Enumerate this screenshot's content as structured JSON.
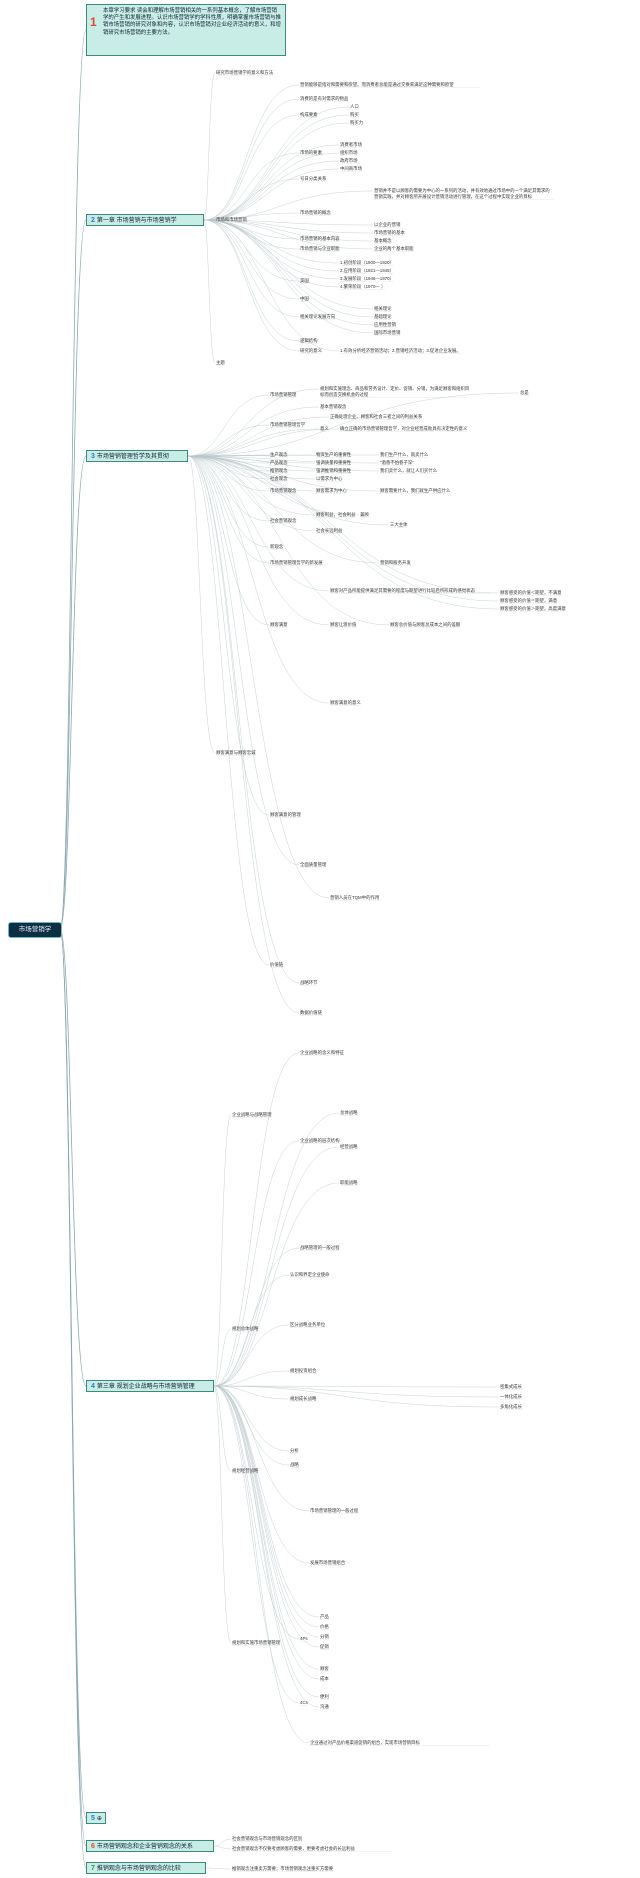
{
  "root": {
    "title": "市场营销学"
  },
  "intro": {
    "num": "1",
    "text": "本章学习要求 读会和理解市场营销相关的一系列基本概念，了解市场营销学的产生和发展进程。认识市场营销学的学科性质，明确掌握市场营销与推销市场营销的研究对象和内容，认识市场营销对企业经济活动的意义，和增销研究市场营销的主要方法。"
  },
  "chapters": [
    {
      "num": "2",
      "label": "第一章 市场营销与市场营销学"
    },
    {
      "num": "3",
      "label": "市场营销管理哲学及其贯彻"
    },
    {
      "num": "4",
      "label": "第三章 规划企业战略与市场营销管理"
    },
    {
      "num": "5",
      "label": "⊕"
    },
    {
      "num": "6",
      "label": "市场营销观念和企业营销观念的关系"
    },
    {
      "num": "7",
      "label": "推销观念与市场营销观念的比较"
    }
  ],
  "nodes": [
    "研究市场营销学的意义和方法",
    "市场和市场营销",
    "主题",
    "营销能够是指对和需要和欲望。而消费者总能是通过交换来满足这种需要和欲望",
    "消费的是有对需求的物品",
    "构成要素",
    "人口",
    "购买",
    "购买力",
    "市场的要素",
    "消费者市场",
    "组织市场",
    "政府市场",
    "中间商市场",
    "号日分类关系",
    "市场营销的概念",
    "营销并不是以顾客的需要为中心的一系列的活动，并有效地通过市场中的一个满足其需求的营销实践，并对顾客所开展设计营销活动进行管理，在这个过程中实现企业的目标",
    "市场营销的基本内容",
    "以企业的营销",
    "市场营销的基本",
    "基本概念",
    "市场营销与企业职能",
    "企业的两个基本职能",
    "美国",
    "1.初创阶段（1900—1920）",
    "2.应用阶段（1921—1945）",
    "3.发展阶段（1946—1970）",
    "4.繁荣阶段（1970— ）",
    "中国",
    "相关理论发展方向",
    "相关理论",
    "基础理论",
    "应用性营销",
    "国际市场营销",
    "逻辑结构",
    "研究的意义",
    "1.有效分析经济营销活动；2.营销经济活动；3.促进企业发展。",
    "市场营销管理",
    "规划和实施理念、商品和劳务设计、定价、促销、分销，为满足顾客和组织目标而创造交换机会的过程",
    "总是",
    "市场营销管理哲学",
    "基本营销观念",
    "正确处理企业、顾客和社会三者之间的利益关系",
    "意义",
    "确立正确的市场营销管理哲学，对企业经营成败具有决定性的意义",
    "生产观念",
    "物资生产的重要性",
    "我们生产什么，就卖什么",
    "产品观念",
    "强调质量和重要性",
    "“酒香不怕巷子深”",
    "推销观念",
    "强调推销和重要性",
    "我们卖什么，就让人们买什么",
    "社会观念",
    "以需求为中心",
    "市场营销观念",
    "顾客需求为中心",
    "顾客需要什么，我们就生产供应什么",
    "社会营销观念",
    "顾客利益，社会利益",
    "兼顾",
    "三大主体",
    "社会长远利益",
    "新观念",
    "市场营销管理哲学的新发展",
    "营销和服务开发",
    "顾客满意",
    "顾客对产品所能提供满足其需要的程度与期望进行比较后所形成的感觉状态",
    "顾客感受的价值＜期望，不满意",
    "顾客感受的价值＝期望，满意",
    "顾客感受的价值＞期望，高度满意",
    "顾客让渡价值",
    "顾客总价值与顾客总成本之间的差额",
    "顾客满意的意义",
    "顾客满意与顾客忠诚",
    "顾客满意的管理",
    "全面质量管理",
    "营销人员在TQM中的作用",
    "价值链",
    "战略环节",
    "数据价值链",
    "企业战略与战略管理",
    "企业战略的含义和特征",
    "企业战略的层次结构",
    "总体战略",
    "经营战略",
    "职能战略",
    "战略管理的一般过程",
    "规划总体战略",
    "认识和界定企业使命",
    "区分战略业务单位",
    "规划投资组合",
    "规划成长战略",
    "密集式成长",
    "一体化成长",
    "多角化成长",
    "规划经营战略",
    "分析",
    "战略",
    "规划和实施市场营销管理",
    "市场营销管理的一般过程",
    "发展市场营销组合",
    "4Ps",
    "产品",
    "价格",
    "分销",
    "促销",
    "4Cs",
    "顾客",
    "成本",
    "便利",
    "沟通",
    "企业通过对产品价格渠道促销的组合，实现市场营销目标",
    "社会营销观念与市场营销观念的区别",
    "社会营销观念不仅要考虑顾客的需要，更要考虑社会的长远利益",
    "推销观念注重卖方需要；市场营销观念注重买方需要"
  ]
}
